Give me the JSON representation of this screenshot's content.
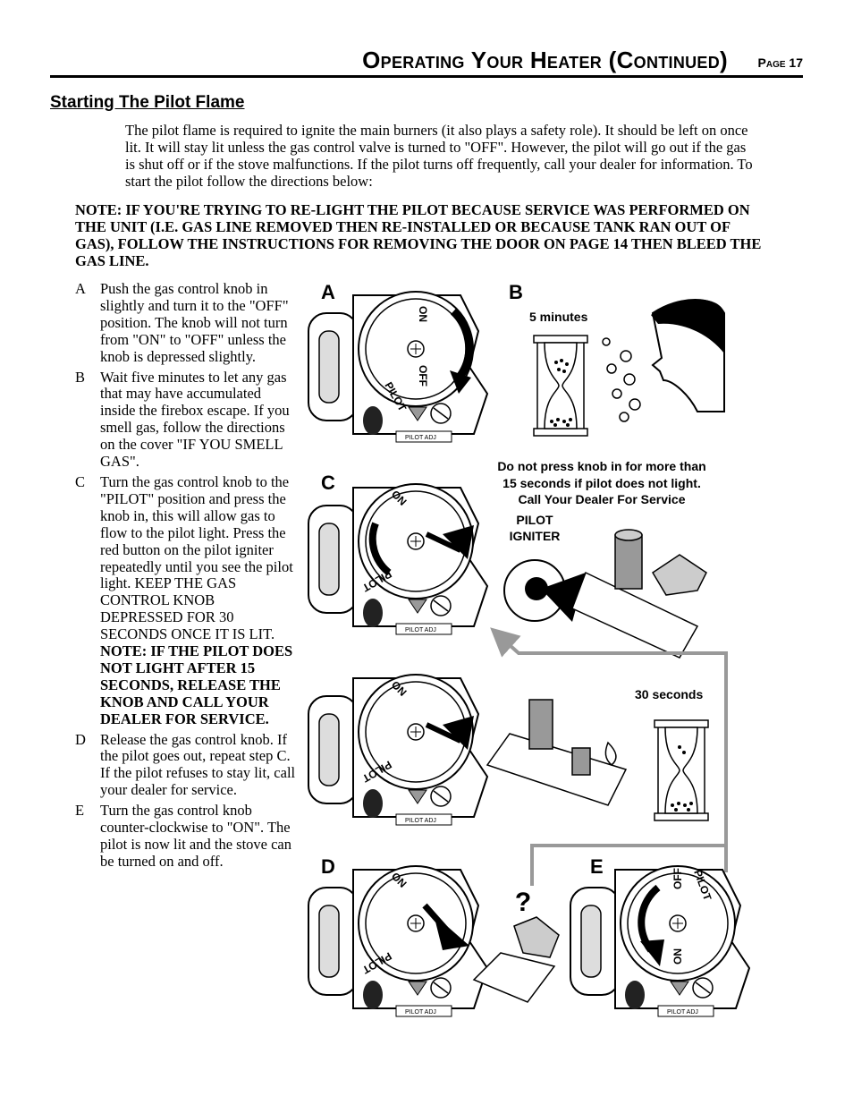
{
  "header": {
    "title": "Operating Your Heater (Continued)",
    "page": "Page 17"
  },
  "section_title": "Starting The Pilot Flame",
  "intro": "The pilot flame is required to ignite the main burners (it also plays a safety role).  It should be left on once lit.  It will stay lit unless the gas control valve is turned to \"OFF\".  However, the pilot will go out if the gas is shut off or if the stove malfunctions.  If the pilot turns off frequently, call your dealer for information.  To start the pilot follow the directions below:",
  "note": "NOTE: IF YOU'RE TRYING TO RE-LIGHT THE PILOT BECAUSE SERVICE WAS PERFORMED ON THE UNIT (I.E. GAS LINE REMOVED THEN RE-INSTALLED OR BECAUSE TANK RAN OUT OF GAS), FOLLOW THE INSTRUCTIONS FOR REMOVING THE DOOR ON PAGE 14 THEN BLEED THE GAS LINE.",
  "steps": [
    {
      "letter": "A",
      "text": "Push the gas control knob in slightly and turn it to the \"OFF\" position.  The knob will not turn from \"ON\" to \"OFF\" unless the knob is depressed slightly."
    },
    {
      "letter": "B",
      "text": "Wait five minutes to let any gas that may have accumulated inside the firebox escape.  If you smell gas, follow the directions on the cover \"IF YOU SMELL GAS\"."
    },
    {
      "letter": "C",
      "text": "Turn the gas control knob to the \"PILOT\" position and press the knob in, this will allow gas to flow to the pilot light.  Press the red button on the pilot igniter repeatedly until you see the pilot light.  KEEP THE GAS CONTROL KNOB DEPRESSED FOR 30 SECONDS ONCE IT IS LIT.  ",
      "warning": "NOTE: IF THE PILOT DOES NOT LIGHT AFTER 15 SECONDS, RELEASE THE KNOB AND CALL YOUR DEALER FOR SERVICE."
    },
    {
      "letter": "D",
      "text": "Release the gas control knob.  If the pilot goes out, repeat step C.  If the pilot refuses to stay lit, call your dealer for service."
    },
    {
      "letter": "E",
      "text": "Turn the gas control knob counter-clockwise to \"ON\".  The pilot is now lit and the stove can be turned on and off."
    }
  ],
  "figure": {
    "panel_labels": {
      "a": "A",
      "b": "B",
      "c": "C",
      "d": "D",
      "e": "E"
    },
    "five_minutes": "5 minutes",
    "thirty_seconds": "30 seconds",
    "warning": [
      "Do not press knob in for more than",
      "15 seconds if pilot does not light.",
      "Call Your Dealer For Service"
    ],
    "igniter": [
      "PILOT",
      "IGNITER"
    ],
    "question": "?",
    "knob_on": "ON",
    "knob_off": "OFF",
    "knob_pilot": "PILOT",
    "pilot_adj": "PILOT ADJ"
  }
}
